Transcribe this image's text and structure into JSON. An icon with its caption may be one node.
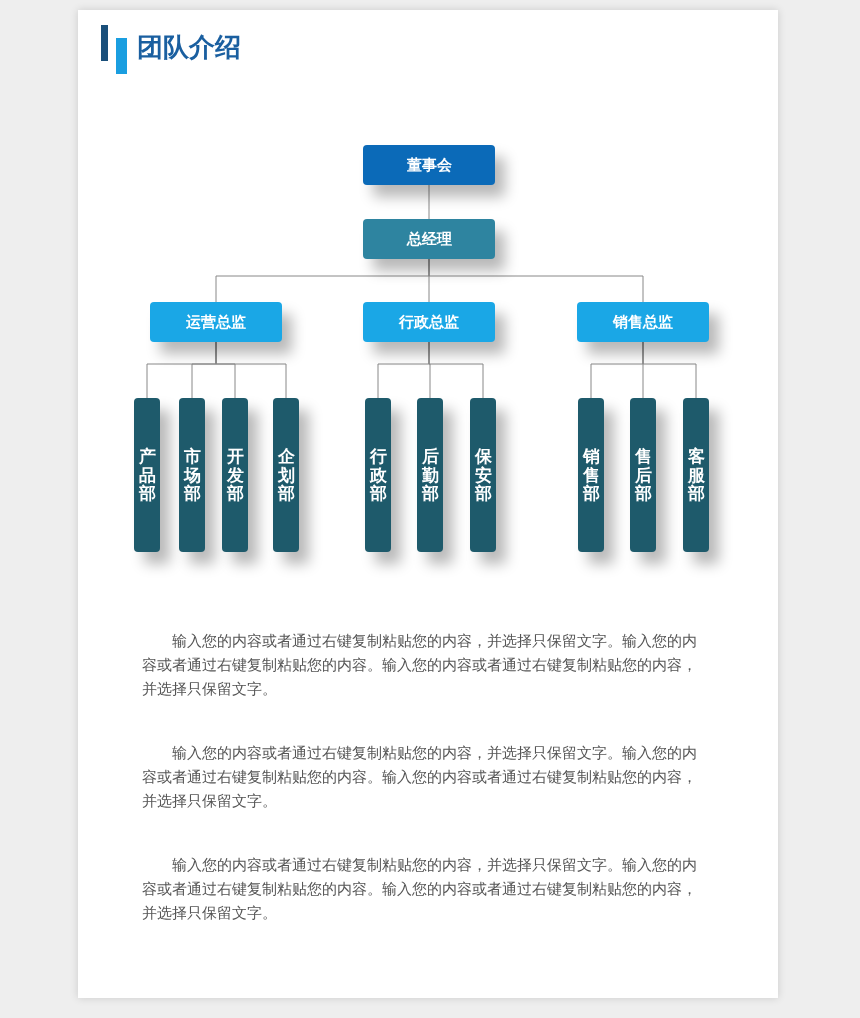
{
  "diagram": {
    "title": "团队介绍",
    "nodes": [
      {
        "text": [
          "董事会"
        ]
      },
      {
        "text": [
          "总经理"
        ]
      },
      {
        "text": [
          "运营总监"
        ]
      },
      {
        "text": [
          "行政总监"
        ]
      },
      {
        "text": [
          "销售总监"
        ]
      },
      {
        "text": [
          "产品部"
        ]
      },
      {
        "text": [
          "市场部"
        ]
      },
      {
        "text": [
          "开发部"
        ]
      },
      {
        "text": [
          "企划部"
        ]
      },
      {
        "text": [
          "行政部"
        ]
      },
      {
        "text": [
          "后勤部"
        ]
      },
      {
        "text": [
          "保安部"
        ]
      },
      {
        "text": [
          "销售部"
        ]
      },
      {
        "text": [
          "售后部"
        ]
      },
      {
        "text": [
          "客服部"
        ]
      }
    ],
    "edges": [
      {
        "from": 0,
        "to": 1,
        "arrow": "none"
      },
      {
        "from": 1,
        "to": 2,
        "arrow": "none"
      },
      {
        "from": 1,
        "to": 3,
        "arrow": "none"
      },
      {
        "from": 1,
        "to": 4,
        "arrow": "none"
      },
      {
        "from": 2,
        "to": 5,
        "arrow": "none"
      },
      {
        "from": 2,
        "to": 6,
        "arrow": "none"
      },
      {
        "from": 2,
        "to": 7,
        "arrow": "none"
      },
      {
        "from": 2,
        "to": 8,
        "arrow": "none"
      },
      {
        "from": 3,
        "to": 9,
        "arrow": "none"
      },
      {
        "from": 3,
        "to": 10,
        "arrow": "none"
      },
      {
        "from": 3,
        "to": 11,
        "arrow": "none"
      },
      {
        "from": 4,
        "to": 12,
        "arrow": "none"
      },
      {
        "from": 4,
        "to": 13,
        "arrow": "none"
      },
      {
        "from": 4,
        "to": 14,
        "arrow": "none"
      }
    ],
    "labels": [
      "输入您的内容或者通过右键复制粘贴您的内容，并选择只保留文字。输入您的内容或者通过右键复制粘贴您的内容。输入您的内容或者通过右键复制粘贴您的内容，并选择只保留文字。",
      "输入您的内容或者通过右键复制粘贴您的内容，并选择只保留文字。输入您的内容或者通过右键复制粘贴您的内容。输入您的内容或者通过右键复制粘贴您的内容，并选择只保留文字。",
      "输入您的内容或者通过右键复制粘贴您的内容，并选择只保留文字。输入您的内容或者通过右键复制粘贴您的内容。输入您的内容或者通过右键复制粘贴您的内容，并选择只保留文字。"
    ]
  }
}
